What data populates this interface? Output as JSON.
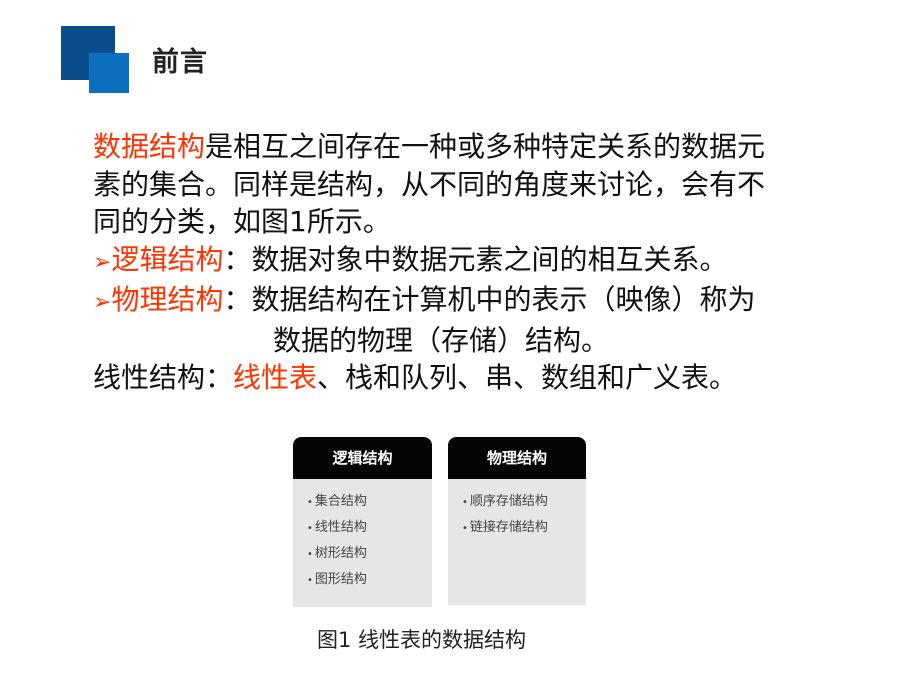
{
  "header": {
    "title": "前言"
  },
  "body": {
    "para1": {
      "highlight": "数据结构",
      "line1_rest": "是相互之间存在一种或多种特定关系的数据元",
      "line2": "素的集合。同样是结构，从不同的角度来讨论，会有不",
      "line3": "同的分类，如图1所示。"
    },
    "bullets": [
      {
        "marker": "➢",
        "term": "逻辑结构",
        "desc": "：数据对象中数据元素之间的相互关系。"
      },
      {
        "marker": "➢",
        "term": "物理结构",
        "desc": "：数据结构在计算机中的表示（映像）称为",
        "desc_cont": "数据的物理（存储）结构。"
      }
    ],
    "linear": {
      "label": "线性结构：",
      "highlight": "线性表",
      "rest": "、栈和队列、串、数组和广义表。"
    }
  },
  "figure": {
    "boxes": [
      {
        "title": "逻辑结构",
        "items": [
          "集合结构",
          "线性结构",
          "树形结构",
          "图形结构"
        ]
      },
      {
        "title": "物理结构",
        "items": [
          "顺序存储结构",
          "链接存储结构"
        ]
      }
    ],
    "bullet": "•",
    "caption": "图1 线性表的数据结构"
  },
  "colors": {
    "accent_red": "#ff3300",
    "logo_dark_blue": "#0a4e8c",
    "logo_light_blue": "#0d6fc0"
  }
}
